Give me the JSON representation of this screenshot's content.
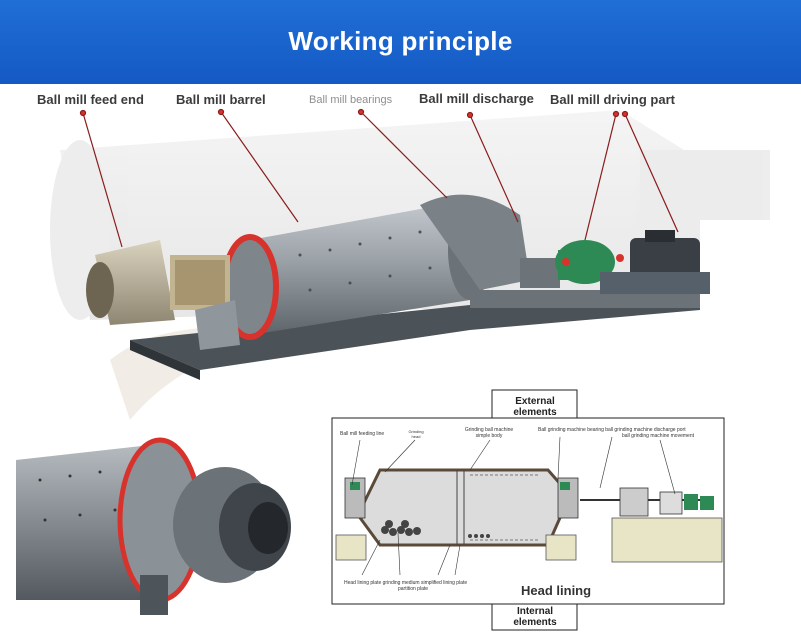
{
  "header": {
    "title": "Working principle",
    "color": "#1a64cf"
  },
  "callouts": {
    "feed_end": "Ball mill feed end",
    "barrel": "Ball mill barrel",
    "bearings": "Ball mill bearings",
    "discharge": "Ball mill discharge",
    "driving_part": "Ball mill driving part"
  },
  "diagram": {
    "external_elements": "External\nelements",
    "internal_elements": "Internal\nelements",
    "head_lining": "Head lining",
    "top_labels": {
      "feeding_line": "Ball mill feeding line",
      "grinding_head": "Grinding head",
      "machine_body": "Grinding ball machine simple body",
      "bearing_discharge": "Ball grinding machine bearing ball grinding machine discharge port",
      "movement": "ball grinding machine movement"
    },
    "bottom_labels": {
      "line1": "Head lining plate grinding medium simplified lining plate",
      "line2": "partition plate"
    }
  },
  "colors": {
    "mill_body": "#8f969c",
    "red_ring": "#d8322c",
    "gear_green": "#2e8a55",
    "motor": "#3a3f45"
  }
}
